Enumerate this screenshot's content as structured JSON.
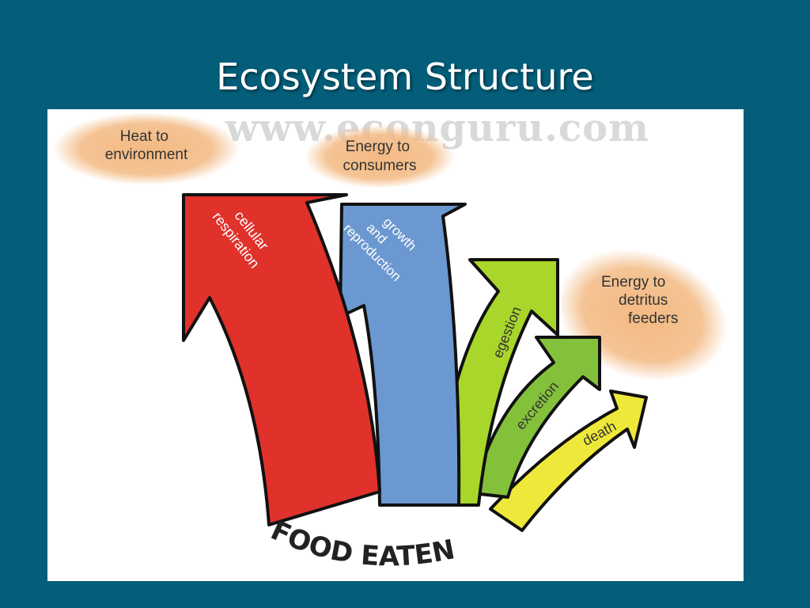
{
  "slide": {
    "title": "Ecosystem Structure"
  },
  "watermark": "www.econguru.com",
  "diagram": {
    "base_label": "FOOD EATEN",
    "arrows": [
      {
        "label_lines": [
          "cellular",
          "respiration"
        ],
        "color": "#e0312b"
      },
      {
        "label_lines": [
          "growth",
          "and",
          "reproduction"
        ],
        "color": "#6b98d0"
      },
      {
        "label_lines": [
          "egestion"
        ],
        "color": "#a8d62a"
      },
      {
        "label_lines": [
          "excretion"
        ],
        "color": "#84c13b"
      },
      {
        "label_lines": [
          "death"
        ],
        "color": "#eee83a"
      }
    ],
    "destinations": [
      {
        "lines": [
          "Heat to",
          "environment"
        ]
      },
      {
        "lines": [
          "Energy to",
          "consumers"
        ]
      },
      {
        "lines": [
          "Energy to",
          "detritus",
          "feeders"
        ]
      }
    ],
    "blob_color": "#f3b982"
  }
}
